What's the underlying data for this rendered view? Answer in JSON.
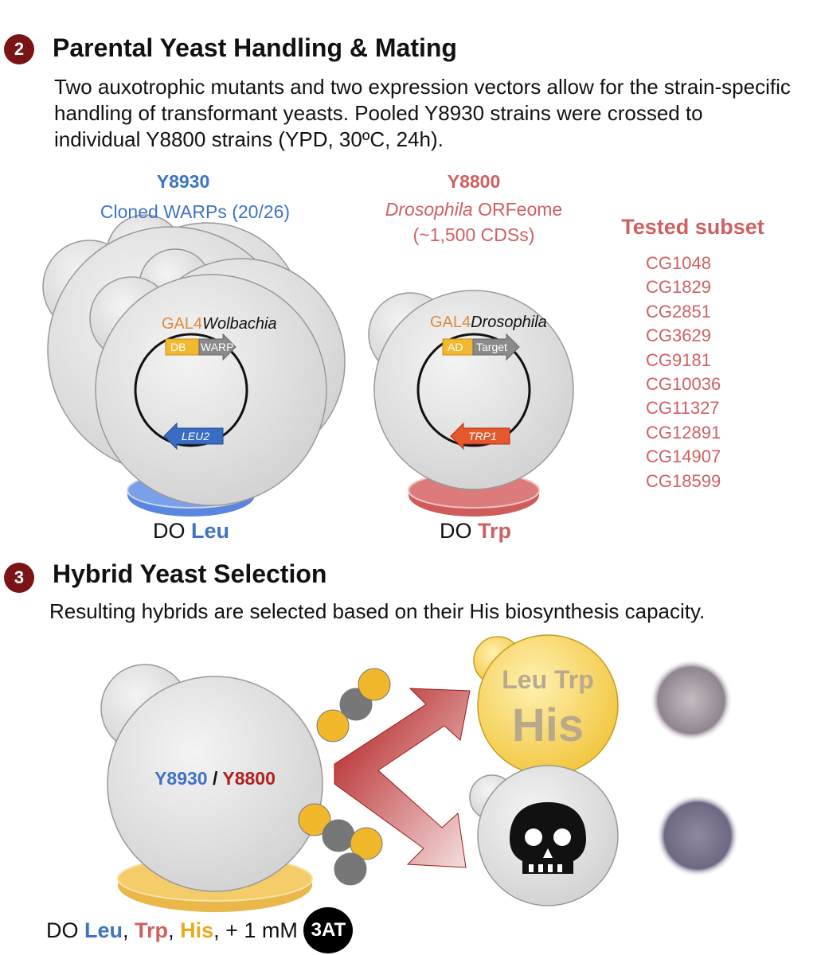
{
  "section2": {
    "number": "2",
    "title": "Parental Yeast Handling & Mating",
    "description": "Two auxotrophic mutants and two expression vectors allow for the strain-specific handling of transformant yeasts. Pooled Y8930 strains were crossed to individual Y8800 strains (YPD, 30ºC, 24h).",
    "left_strain": {
      "name": "Y8930",
      "subtitle": "Cloned WARPs (20/26)",
      "plasmid_gal4": "GAL4",
      "plasmid_species": "Wolbachia",
      "domain": "DB",
      "insert": "WARP",
      "marker": "LEU2",
      "medium_prefix": "DO",
      "medium_aa": "Leu"
    },
    "right_strain": {
      "name": "Y8800",
      "subtitle_italic": "Drosophila",
      "subtitle_rest": " ORFeome",
      "subtitle_line2": "(~1,500 CDSs)",
      "plasmid_gal4": "GAL4",
      "plasmid_species": "Drosophila",
      "domain": "AD",
      "insert": "Target",
      "marker": "TRP1",
      "medium_prefix": "DO",
      "medium_aa": "Trp"
    },
    "tested_subset": {
      "title": "Tested subset",
      "genes": [
        "CG1048",
        "CG1829",
        "CG2851",
        "CG3629",
        "CG9181",
        "CG10036",
        "CG11327",
        "CG12891",
        "CG14907",
        "CG18599"
      ]
    }
  },
  "section3": {
    "number": "3",
    "title": "Hybrid Yeast Selection",
    "description": "Resulting hybrids are selected based on their His biosynthesis capacity.",
    "hybrid_left": "Y8930",
    "hybrid_sep": " / ",
    "hybrid_right": "Y8800",
    "outcome_top_line1": "Leu Trp",
    "outcome_top_line2": "His",
    "outcome_bottom_icon": "skull-icon",
    "medium": {
      "prefix": "DO ",
      "leu": "Leu",
      "sep1": ", ",
      "trp": "Trp",
      "sep2": ", ",
      "his": "His",
      "suffix": ", + 1 mM ",
      "inhibitor": "3AT"
    }
  },
  "colors": {
    "badge": "#7a1414",
    "blue": "#3e73c4",
    "red": "#d06060",
    "dark_red": "#b22020",
    "gal4_orange": "#e0893c",
    "yellow": "#f2c53d"
  }
}
